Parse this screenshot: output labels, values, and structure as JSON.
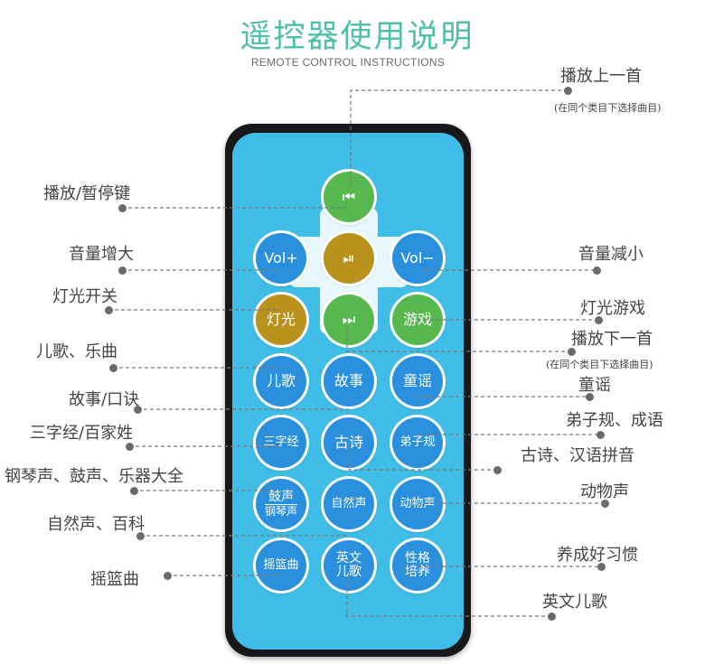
{
  "header": {
    "title": "遥控器使用说明",
    "subtitle": "REMOTE CONTROL INSTRUCTIONS"
  },
  "buttons": {
    "prev": "⏮",
    "play": "⏯",
    "next": "⏭",
    "vol_up": "Vol+",
    "vol_down": "Vol−",
    "light": "灯光",
    "light_game": "游戏",
    "kids": "儿歌",
    "story": "故事",
    "ballad": "童谣",
    "three_char": "三字经",
    "poem": "古诗",
    "dizigui": "弟子规",
    "drum_1": "鼓声",
    "drum_2": "钢琴声",
    "nature": "自然声",
    "animal": "动物声",
    "lullaby": "摇篮曲",
    "english_1": "英文",
    "english_2": "儿歌",
    "habit_1": "性格",
    "habit_2": "培养"
  },
  "labels": {
    "prev_track": "播放上一首",
    "prev_note": "(在同个类目下选择曲目)",
    "play_pause": "播放/暂停键",
    "vol_up": "音量增大",
    "vol_down": "音量减小",
    "light_switch": "灯光开关",
    "light_game": "灯光游戏",
    "next_track": "播放下一首",
    "next_note": "(在同个类目下选择曲目)",
    "kids_songs": "儿歌、乐曲",
    "ballads": "童谣",
    "story_idiom": "故事/口诀",
    "dizigui_idiom": "弟子规、成语",
    "three_char_surnames": "三字经/百家姓",
    "poem_pinyin": "古诗、汉语拼音",
    "instruments": "钢琴声、鼓声、乐器大全",
    "animals": "动物声",
    "nature_science": "自然声、百科",
    "good_habits": "养成好习惯",
    "lullaby": "摇篮曲",
    "english_songs": "英文儿歌"
  },
  "colors": {
    "title": "#4fbfa9",
    "remote_face": "#3fbde6",
    "remote_body": "#16181b",
    "button_blue": "#2a8fdd",
    "button_green": "#58b850",
    "button_gold": "#b8921c"
  }
}
